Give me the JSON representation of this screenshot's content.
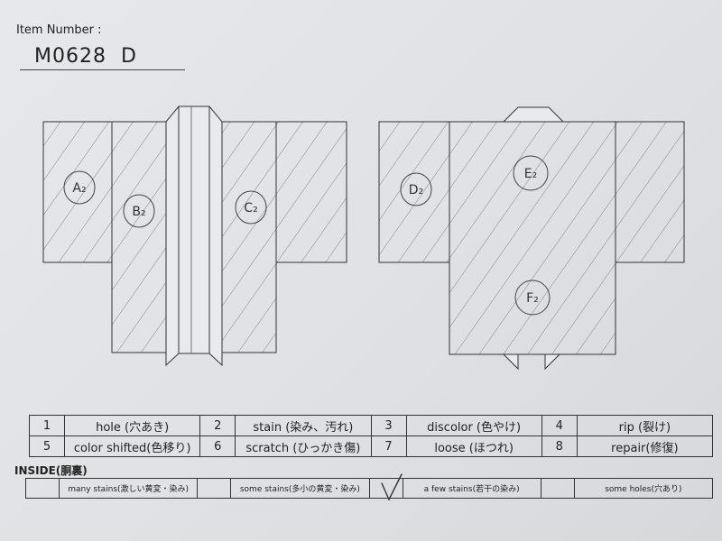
{
  "header": {
    "item_number_label": "Item Number :",
    "item_number_value": "M0628  D"
  },
  "sections": [
    {
      "id": "A",
      "label": "A₂"
    },
    {
      "id": "B",
      "label": "B₂"
    },
    {
      "id": "C",
      "label": "C₂"
    },
    {
      "id": "D",
      "label": "D₂"
    },
    {
      "id": "E",
      "label": "E₂"
    },
    {
      "id": "F",
      "label": "F₂"
    }
  ],
  "defects": [
    [
      {
        "num": "1",
        "text": "hole (穴あき)"
      },
      {
        "num": "2",
        "text": "stain (染み、汚れ)"
      },
      {
        "num": "3",
        "text": "discolor (色やけ)"
      },
      {
        "num": "4",
        "text": "rip (裂け)"
      }
    ],
    [
      {
        "num": "5",
        "text": "color shifted(色移り)"
      },
      {
        "num": "6",
        "text": "scratch (ひっかき傷)"
      },
      {
        "num": "7",
        "text": "loose (ほつれ)"
      },
      {
        "num": "8",
        "text": "repair(修復)"
      }
    ]
  ],
  "inside": {
    "title": "INSIDE(胴裏)",
    "options": [
      {
        "text": "many stains(激しい黄変・染み)",
        "checked": false
      },
      {
        "text": "some stains(多小の黄変・染み)",
        "checked": false
      },
      {
        "text": "a few stains(若干の染み)",
        "checked": true
      },
      {
        "text": "some holes(穴あり)",
        "checked": false
      }
    ],
    "check_mark": "√"
  }
}
